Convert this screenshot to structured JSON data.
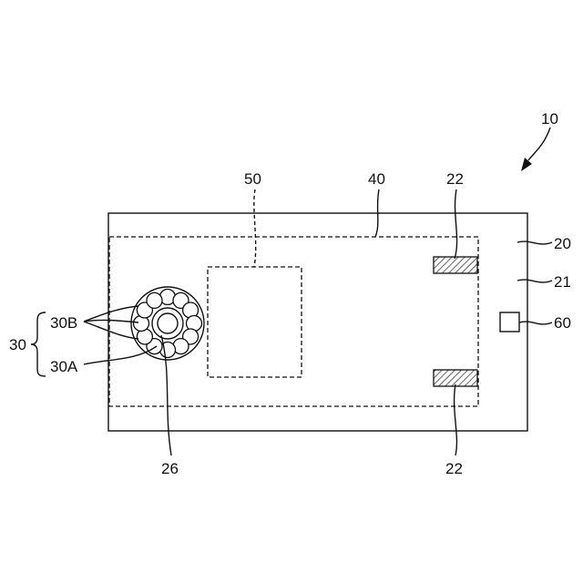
{
  "labels": {
    "device": "10",
    "board": "20",
    "surface": "21",
    "pads": "22",
    "shaft": "26",
    "bearing": "30",
    "inner": "30A",
    "balls": "30B",
    "area": "40",
    "region": "50",
    "part": "60"
  },
  "colors": {
    "line": "#111111",
    "background": "#ffffff"
  }
}
